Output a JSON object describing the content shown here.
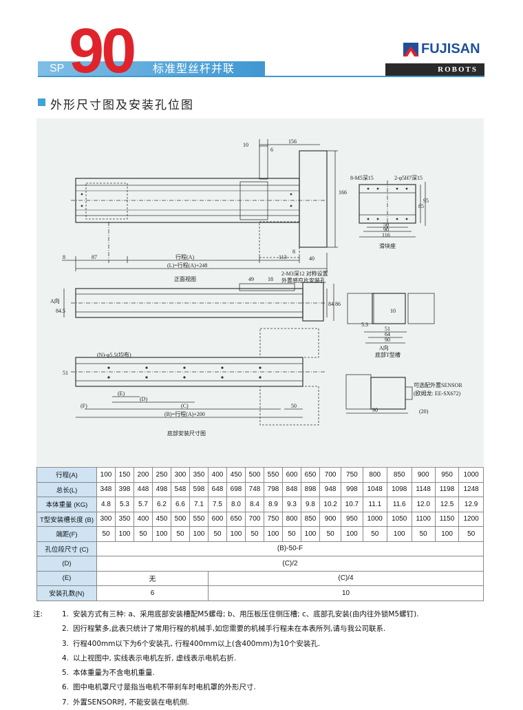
{
  "header": {
    "prefix": "SP",
    "model": "90",
    "title": "标准型丝杆并联",
    "brand": "FUJISAN",
    "brand_sub": "ROBOTS"
  },
  "section_title": "外形尺寸图及安装孔位图",
  "drawing": {
    "front": {
      "d10": "10",
      "d6": "6",
      "d156": "156",
      "d166": "166",
      "d8": "8",
      "d87": "87",
      "stroke_a": "行程(A)",
      "length_l": "(L)=行程(A)+248",
      "d113": "113",
      "d8b": "8",
      "d40": "40",
      "caption": "正面视图"
    },
    "slider": {
      "m5": "8-M5深15",
      "phi5": "2-φ5H7深15",
      "d50": "50",
      "d90": "90",
      "d116": "116",
      "d85": "85",
      "d95": "95",
      "caption": "滑块座"
    },
    "side": {
      "a_dir": "A向",
      "d845": "84.5",
      "d49": "49",
      "d18": "18",
      "m3_note1": "2-M3深12 对称设置",
      "m3_note2": "外置感应片安装孔",
      "d84": "84",
      "d86": "86"
    },
    "tslot": {
      "d10": "10",
      "d53": "5.3",
      "d51": "51",
      "d64": "64",
      "d90": "90",
      "a_dir": "A向",
      "caption": "底部T型槽"
    },
    "bottom": {
      "holes": "(N)-φ5.5(均布)",
      "d51": "51",
      "e": "(E)",
      "d": "(D)",
      "c": "(C)",
      "f": "(F)",
      "d50": "50",
      "b": "(B)=行程(A)+200",
      "caption": "底部安装尺寸图"
    },
    "sensor": {
      "note1": "可选配外置SENSOR",
      "note2": "(欧姆龙: EE-SX672)",
      "d90": "90",
      "d20": "(20)"
    }
  },
  "table": {
    "rows": [
      {
        "label": "行程(A)",
        "cells": [
          "100",
          "150",
          "200",
          "250",
          "300",
          "350",
          "400",
          "450",
          "500",
          "550",
          "600",
          "650",
          "700",
          "750",
          "800",
          "850",
          "900",
          "950",
          "1000"
        ]
      },
      {
        "label": "总长(L)",
        "cells": [
          "348",
          "398",
          "448",
          "498",
          "548",
          "598",
          "648",
          "698",
          "748",
          "798",
          "848",
          "898",
          "948",
          "998",
          "1048",
          "1098",
          "1148",
          "1198",
          "1248"
        ]
      },
      {
        "label": "本体重量 (KG)",
        "cells": [
          "4.8",
          "5.3",
          "5.7",
          "6.2",
          "6.6",
          "7.1",
          "7.5",
          "8.0",
          "8.4",
          "8.9",
          "9.3",
          "9.8",
          "10.2",
          "10.7",
          "11.1",
          "11.6",
          "12.0",
          "12.5",
          "12.9"
        ]
      },
      {
        "label": "T型安装槽长度 (B)",
        "cells": [
          "300",
          "350",
          "400",
          "450",
          "500",
          "550",
          "600",
          "650",
          "700",
          "750",
          "800",
          "850",
          "900",
          "950",
          "1000",
          "1050",
          "1100",
          "1150",
          "1200"
        ]
      },
      {
        "label": "端距(F)",
        "cells": [
          "50",
          "100",
          "50",
          "100",
          "50",
          "100",
          "50",
          "100",
          "50",
          "100",
          "50",
          "100",
          "50",
          "100",
          "50",
          "100",
          "50",
          "100",
          "50"
        ]
      }
    ],
    "row_c": {
      "label": "孔位段尺寸 (C)",
      "value": "(B)-50-F"
    },
    "row_d": {
      "label": "(D)",
      "value": "(C)/2"
    },
    "row_e": {
      "label": "(E)",
      "value_a": "无",
      "value_b": "(C)/4"
    },
    "row_n": {
      "label": "安装孔数(N)",
      "value_a": "6",
      "value_b": "10"
    }
  },
  "notes": {
    "prefix": "注:",
    "items": [
      {
        "num": "1.",
        "text": "安装方式有三种: a、采用底部安装槽配M5螺母; b、用压板压住侧压槽; c、底部孔安装(由内往外锁M5螺钉)."
      },
      {
        "num": "2.",
        "text": "因行程繁多,此表只统计了常用行程的机械手,如您需要的机械手行程未在本表所列,请与我公司联系."
      },
      {
        "num": "3.",
        "text": "行程400mm以下为6个安装孔, 行程400mm以上(含400mm)为10个安装孔."
      },
      {
        "num": "4.",
        "text": "以上视图中, 实线表示电机左折, 虚线表示电机右折."
      },
      {
        "num": "5.",
        "text": "本体重量为不含电机重量."
      },
      {
        "num": "6.",
        "text": "图中电机罩尺寸是指当电机不带刹车时电机罩的外形尺寸."
      },
      {
        "num": "7.",
        "text": "外置SENSOR时, 不能安装在电机侧."
      }
    ]
  }
}
